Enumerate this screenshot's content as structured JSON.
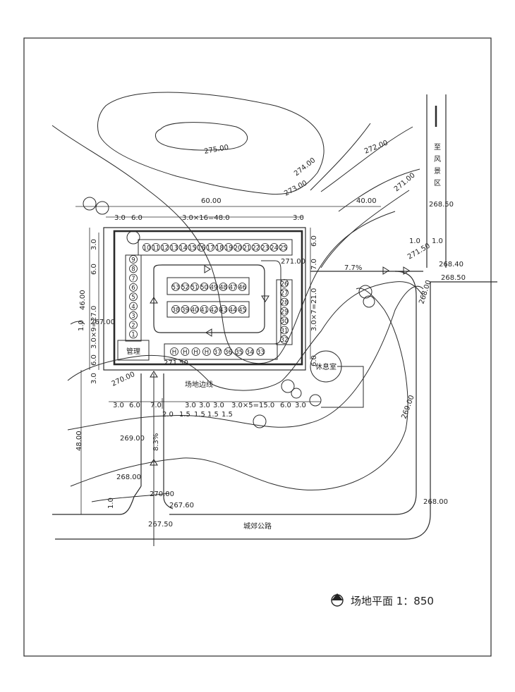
{
  "contours": [
    {
      "label": "275.00"
    },
    {
      "label": "274.00"
    },
    {
      "label": "273.00"
    },
    {
      "label": "272.00"
    },
    {
      "label": "271.00"
    },
    {
      "label": "270.00"
    },
    {
      "label": "269.00"
    },
    {
      "label": "268.00"
    },
    {
      "label": "270.00"
    },
    {
      "label": "269.00"
    },
    {
      "label": "268.00"
    },
    {
      "label": "268.00"
    },
    {
      "label": "267.00"
    },
    {
      "label": "271.00"
    },
    {
      "label": "271.50"
    },
    {
      "label": "271.50"
    }
  ],
  "elevations": [
    "268.50",
    "268.40",
    "268.50",
    "267.60",
    "267.50"
  ],
  "dims": [
    "60.00",
    "40.00",
    "3.0",
    "6.0",
    "3.0×16=48.0",
    "3.0",
    "1.0",
    "3.0",
    "6.0",
    "3.0×9=27.0",
    "46.00",
    "6.0",
    "3.0",
    "1.0",
    "6.0",
    "7.0",
    "3.0×7=21.0",
    "6.0",
    "3.0",
    "6.0",
    "7.0",
    "3.0",
    "3.0",
    "3.0",
    "3.0×5=15.0",
    "6.0",
    "3.0",
    "2.0",
    "1.5",
    "1.5",
    "1.5",
    "1.5",
    "48.00",
    "1.0",
    "1.0"
  ],
  "slopes": [
    "7.7%",
    "8.3%"
  ],
  "labels": {
    "to_scenic": [
      "至",
      "风",
      "景",
      "区"
    ],
    "road": "城郊公路",
    "boundary": "场地边线",
    "rest": "休息室",
    "admin": "管理"
  },
  "stalls": {
    "top": [
      "10",
      "11",
      "12",
      "13",
      "14",
      "15",
      "16",
      "17",
      "18",
      "19",
      "20",
      "21",
      "22",
      "23",
      "24",
      "25"
    ],
    "left": [
      "9",
      "8",
      "7",
      "6",
      "5",
      "4",
      "3",
      "2",
      "1"
    ],
    "island_top": [
      "53",
      "52",
      "51",
      "50",
      "49",
      "48",
      "47",
      "46"
    ],
    "island_bot": [
      "38",
      "39",
      "40",
      "41",
      "42",
      "43",
      "44",
      "45"
    ],
    "right": [
      "26",
      "27",
      "28",
      "29",
      "30",
      "31",
      "32"
    ],
    "bottom": [
      "H",
      "H",
      "H",
      "H",
      "37",
      "36",
      "35",
      "34",
      "33"
    ]
  },
  "caption": "场地平面 1：850"
}
